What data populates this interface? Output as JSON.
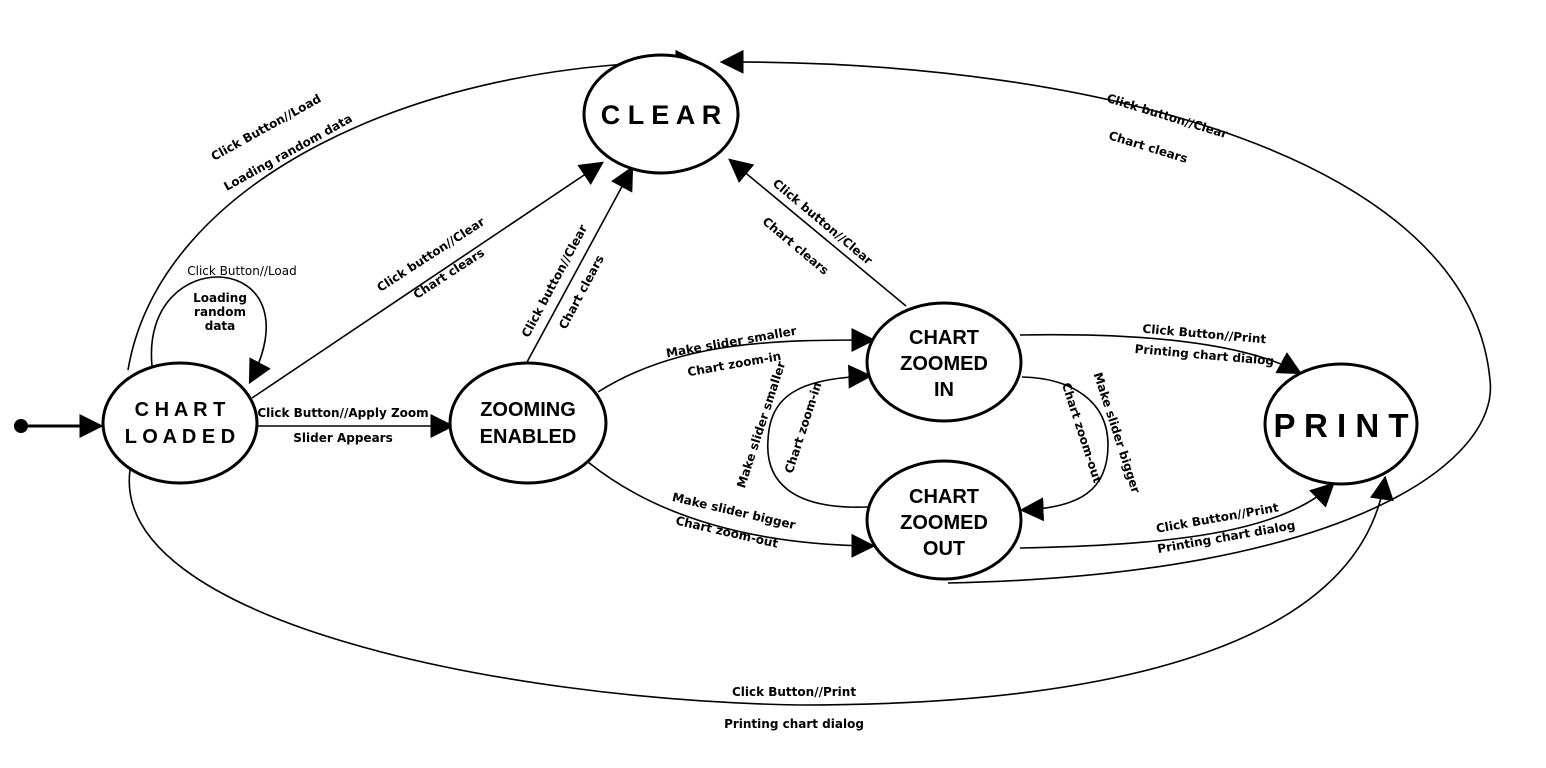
{
  "states": {
    "clear": "C L E A R",
    "chart_loaded": [
      "C H A R T",
      "L O A D E D"
    ],
    "zooming_enabled": [
      "ZOOMING",
      "ENABLED"
    ],
    "chart_zoomed_in": [
      "CHART",
      "ZOOMED",
      "IN"
    ],
    "chart_zoomed_out": [
      "CHART",
      "ZOOMED",
      "OUT"
    ],
    "print": "P R I N T"
  },
  "transitions": {
    "loaded_to_clear_top": {
      "event": "Click Button//Load",
      "action": "Loading random data"
    },
    "loaded_self": {
      "event": "Click Button//Load",
      "action_lines": [
        "Loading",
        "random",
        "data"
      ]
    },
    "loaded_to_clear": {
      "event": "Click button//Clear",
      "action": "Chart clears"
    },
    "zooming_to_clear": {
      "event": "Click button//Clear",
      "action": "Chart clears"
    },
    "zoomedin_to_clear": {
      "event": "Click button//Clear",
      "action": "Chart clears"
    },
    "zoomedout_to_clear": {
      "event": "Click button//Clear",
      "action": "Chart clears"
    },
    "loaded_to_zooming": {
      "event": "Click Button//Apply Zoom",
      "action": "Slider Appears"
    },
    "zooming_to_zoomedin": {
      "event": "Make slider smaller",
      "action": "Chart zoom-in"
    },
    "zooming_to_zoomedout": {
      "event": "Make slider bigger",
      "action": "Chart zoom-out"
    },
    "zoomedout_to_zoomedin": {
      "event": "Make slider smaller",
      "action": "Chart zoom-in"
    },
    "zoomedin_to_zoomedout": {
      "event": "Make slider bigger",
      "action": "Chart zoom-out"
    },
    "zoomedin_to_print": {
      "event": "Click Button//Print",
      "action": "Printing chart dialog"
    },
    "zoomedout_to_print": {
      "event": "Click Button//Print",
      "action": "Printing chart dialog"
    },
    "loaded_to_print": {
      "event": "Click Button//Print",
      "action": "Printing chart dialog"
    }
  }
}
